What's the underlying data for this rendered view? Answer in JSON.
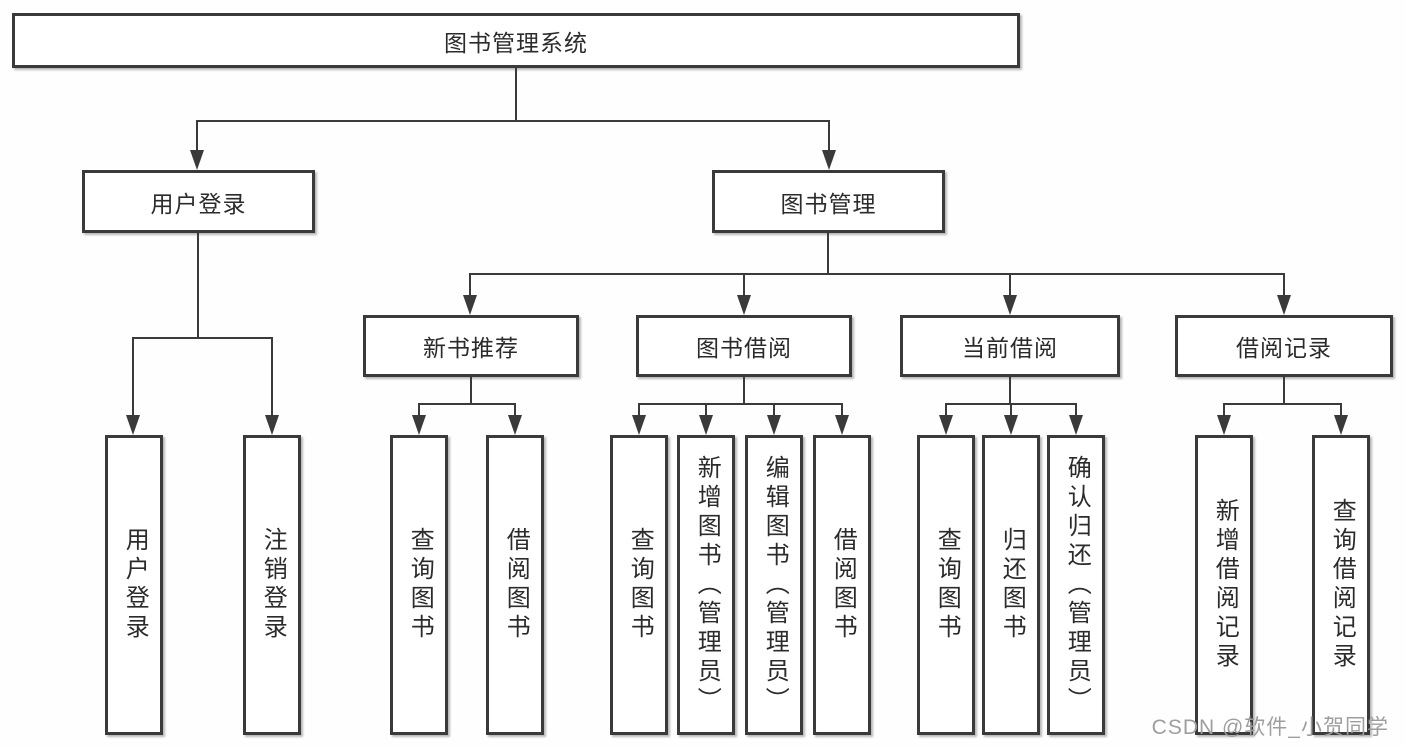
{
  "diagram": {
    "root": {
      "label": "图书管理系统"
    },
    "level2": [
      {
        "id": "user-login",
        "label": "用户登录"
      },
      {
        "id": "book-management",
        "label": "图书管理"
      }
    ],
    "level3": [
      {
        "id": "new-book-recommend",
        "label": "新书推荐",
        "parent": "图书管理"
      },
      {
        "id": "book-borrow",
        "label": "图书借阅",
        "parent": "图书管理"
      },
      {
        "id": "current-borrow",
        "label": "当前借阅",
        "parent": "图书管理"
      },
      {
        "id": "borrow-record",
        "label": "借阅记录",
        "parent": "图书管理"
      }
    ],
    "level4": {
      "under_user_login": [
        "用户登录",
        "注销登录"
      ],
      "under_new_book": [
        "查询图书",
        "借阅图书"
      ],
      "under_book_borrow": [
        "查询图书",
        "新增图书（管理员）",
        "编辑图书（管理员）",
        "借阅图书"
      ],
      "under_current_borrow": [
        "查询图书",
        "归还图书",
        "确认归还（管理员）"
      ],
      "under_borrow_record": [
        "新增借阅记录",
        "查询借阅记录"
      ]
    }
  },
  "watermark": {
    "text": "CSDN @软件_小贺同学"
  },
  "colors": {
    "line": "#3a3a3a",
    "box_border": "#3a3a3a",
    "box_fill": "#ffffff",
    "text": "#2b2b2b",
    "watermark": "#9e9e9e",
    "background": "#fefefe"
  }
}
